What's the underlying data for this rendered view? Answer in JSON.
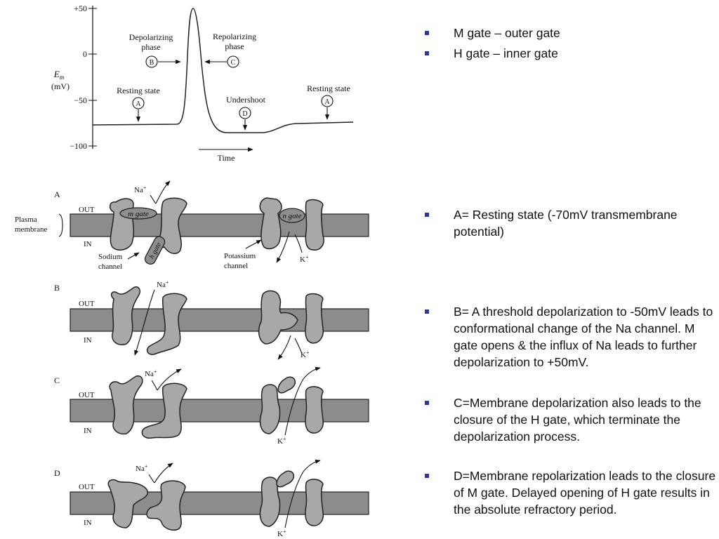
{
  "graph": {
    "y_ticks": [
      "+50",
      "0",
      "−50",
      "−100"
    ],
    "y_label": "E",
    "y_label_sub": "m",
    "y_unit": "(mV)",
    "x_label": "Time",
    "depolarizing_phase": [
      "Depolarizing",
      "phase"
    ],
    "repolarizing_phase": [
      "Repolarizing",
      "phase"
    ],
    "resting_state": "Resting state",
    "undershoot": "Undershoot",
    "markers": [
      "A",
      "B",
      "C",
      "D"
    ]
  },
  "panels": {
    "labels": [
      "A",
      "B",
      "C",
      "D"
    ],
    "out": "OUT",
    "in": "IN",
    "na": "Na",
    "k": "K",
    "plus": "+",
    "plasma_membrane": [
      "Plasma",
      "membrane"
    ],
    "m_gate": "m gate",
    "h_gate": "h gate",
    "n_gate": "n gate",
    "sodium_channel": [
      "Sodium",
      "channel"
    ],
    "potassium_channel": [
      "Potassium",
      "channel"
    ]
  },
  "notes": {
    "top": [
      "M gate – outer gate",
      "H gate – inner gate"
    ],
    "a": "A= Resting state (-70mV transmembrane potential)",
    "b": "B= A threshold depolarization to -50mV leads to conformational change of the Na channel. M gate opens & the influx of Na leads to further depolarization to +50mV.",
    "c": "C=Membrane depolarization also leads to the closure of the H gate, which terminate the depolarization process.",
    "d": "D=Membrane repolarization leads to the closure of M gate. Delayed opening of H gate results in the absolute refractory period."
  },
  "colors": {
    "bullet": "#2b35a8",
    "membrane": "#8c8c8c",
    "protein": "#a8a8a8"
  }
}
